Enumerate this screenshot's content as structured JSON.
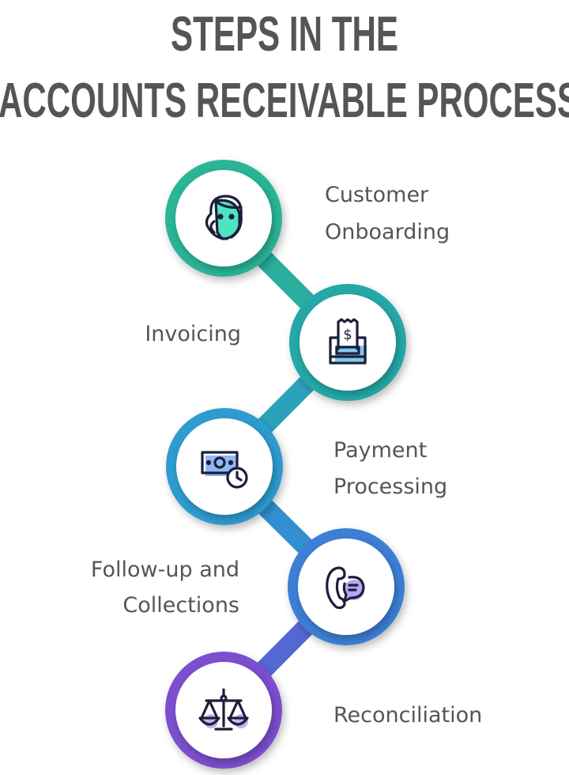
{
  "title": {
    "line1": "STEPS IN THE",
    "line2": "ACCOUNTS RECEIVABLE PROCESS"
  },
  "steps": [
    {
      "label_lines": [
        "Customer",
        "Onboarding"
      ],
      "icon": "customer-support-headset-icon",
      "color": "#2bb597"
    },
    {
      "label_lines": [
        "Invoicing"
      ],
      "icon": "receipt-printer-dollar-icon",
      "color": "#27a8a8"
    },
    {
      "label_lines": [
        "Payment",
        "Processing"
      ],
      "icon": "cash-with-clock-icon",
      "color": "#2f9ccf"
    },
    {
      "label_lines": [
        "Follow-up and",
        "Collections"
      ],
      "icon": "phone-chat-bubble-icon",
      "color": "#3d7fd6"
    },
    {
      "label_lines": [
        "Reconciliation"
      ],
      "icon": "balance-scale-icon",
      "color": "#7b4fcf"
    }
  ],
  "icon_ink": "#1c1f3a",
  "icon_fills": [
    "#4fe3c4",
    "#7fc8f0",
    "#8fb8f5",
    "#b9a6f0",
    "#c6b2f2"
  ]
}
